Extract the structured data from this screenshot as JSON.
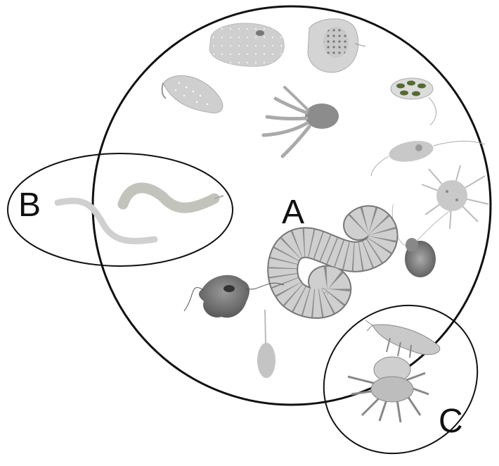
{
  "labels": {
    "a": "A",
    "b": "B",
    "c": "C"
  },
  "colors": {
    "outline": "#111111",
    "light": "#d6d6d6",
    "mid": "#bdbdbd",
    "dark": "#8a8a8a",
    "darker": "#666666",
    "green": "#556b2f",
    "background": "#ffffff"
  },
  "organisms": [
    "testate-amoeba",
    "ciliate",
    "flagellate",
    "algae-cell",
    "suctorian",
    "euglenoid",
    "heliozoan",
    "nematode-small",
    "nematode-large",
    "earthworm",
    "amoeba",
    "fungal-sporangium",
    "rotifer",
    "springtail",
    "mite"
  ]
}
